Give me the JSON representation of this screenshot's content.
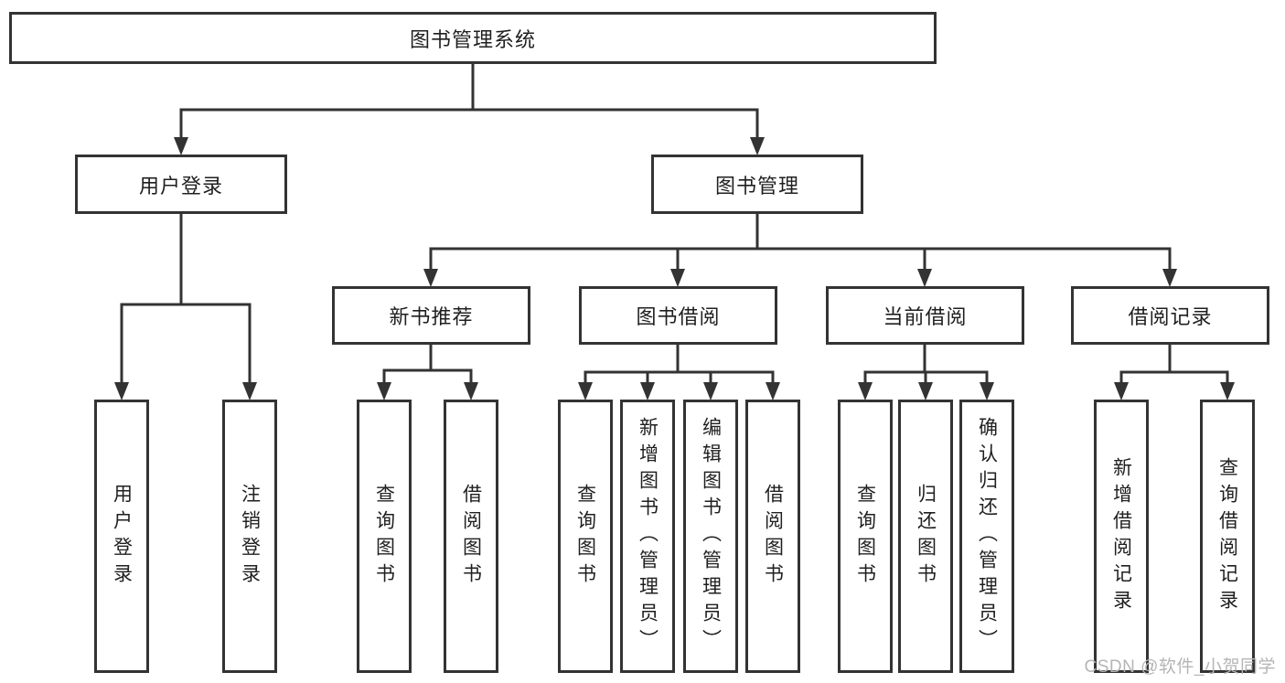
{
  "diagram": {
    "root": {
      "label": "图书管理系统"
    },
    "user_login": {
      "label": "用户登录",
      "children": [
        {
          "label": "用户登录"
        },
        {
          "label": "注销登录"
        }
      ]
    },
    "book_management": {
      "label": "图书管理",
      "sections": [
        {
          "label": "新书推荐",
          "children": [
            {
              "label": "查询图书"
            },
            {
              "label": "借阅图书"
            }
          ]
        },
        {
          "label": "图书借阅",
          "children": [
            {
              "label": "查询图书"
            },
            {
              "label": "新增图书（管理员）"
            },
            {
              "label": "编辑图书（管理员）"
            },
            {
              "label": "借阅图书"
            }
          ]
        },
        {
          "label": "当前借阅",
          "children": [
            {
              "label": "查询图书"
            },
            {
              "label": "归还图书"
            },
            {
              "label": "确认归还（管理员）"
            }
          ]
        },
        {
          "label": "借阅记录",
          "children": [
            {
              "label": "新增借阅记录"
            },
            {
              "label": "查询借阅记录"
            }
          ]
        }
      ]
    },
    "watermark": "CSDN @软件_小贺同学",
    "colors": {
      "line": "#333333",
      "text": "#1f1f1f",
      "box_background": "#ffffff",
      "watermark": "#b5b5b5"
    }
  }
}
